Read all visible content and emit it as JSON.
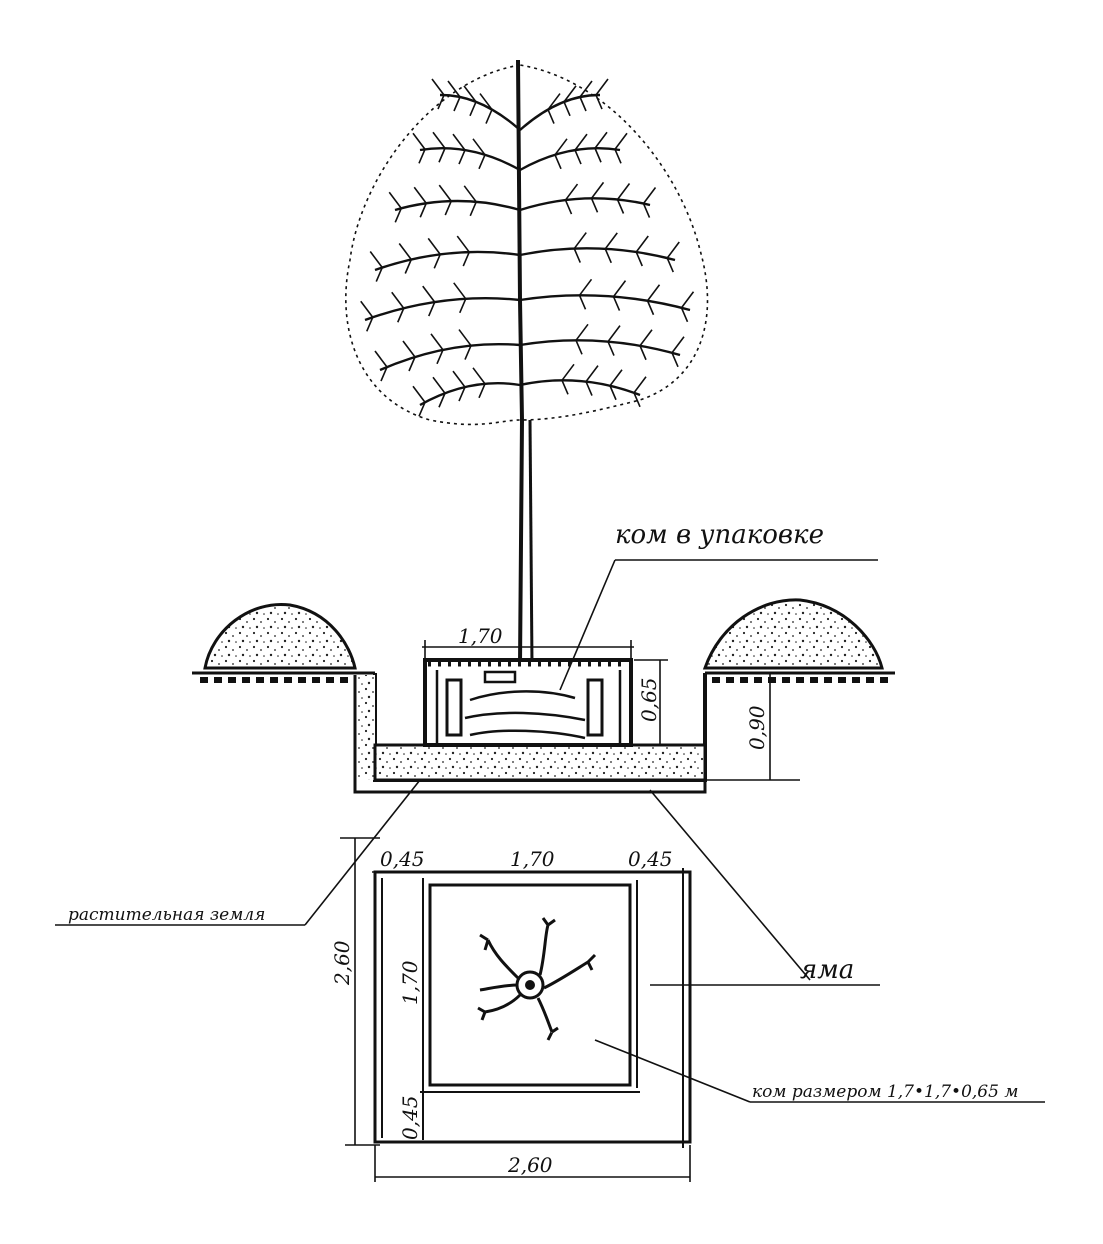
{
  "labels": {
    "root_ball_packed": "ком в упаковке",
    "topsoil": "растительная земля",
    "pit": "яма",
    "root_ball_size": "ком размером 1,7•1,7•0,65 м"
  },
  "dimensions": {
    "section_ball_width": "1,70",
    "section_ball_height": "0,65",
    "section_pit_depth": "0,90",
    "plan_gap_left": "0,45",
    "plan_ball_width": "1,70",
    "plan_gap_right": "0,45",
    "plan_ball_height": "1,70",
    "plan_pit_height": "2,60",
    "plan_gap_bottom": "0,45",
    "plan_pit_width": "2,60"
  }
}
